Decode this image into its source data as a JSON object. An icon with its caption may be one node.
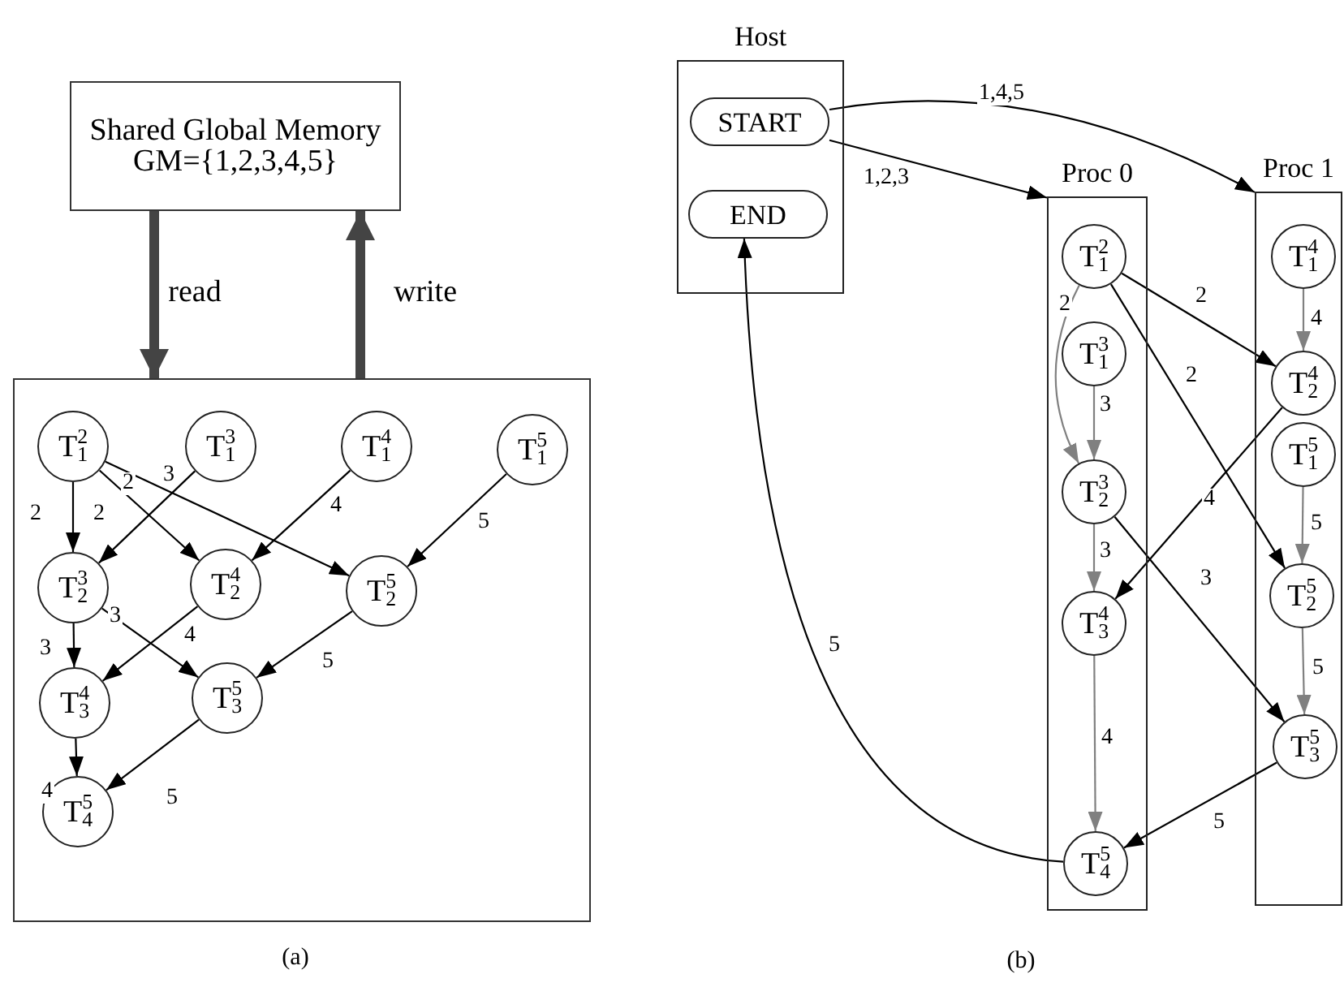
{
  "diagram": {
    "nodes": [
      {
        "text": [
          "Shared Global Memory",
          "GM={1,2,3,4,5}"
        ]
      },
      {
        "text": [],
        "shape": "box"
      },
      {
        "text": [
          "T$^{2}$$_{1}$"
        ],
        "in": 1
      },
      {
        "text": [
          "T$^{3}$$_{1}$"
        ],
        "in": 1
      },
      {
        "text": [
          "T$^{4}$$_{1}$"
        ],
        "in": 1
      },
      {
        "text": [
          "T$^{5}$$_{1}$"
        ],
        "in": 1
      },
      {
        "text": [
          "T$^{3}$$_{2}$"
        ],
        "in": 1
      },
      {
        "text": [
          "T$^{4}$$_{2}$"
        ],
        "in": 1
      },
      {
        "text": [
          "T$^{5}$$_{2}$"
        ],
        "in": 1
      },
      {
        "text": [
          "T$^{4}$$_{3}$"
        ],
        "in": 1
      },
      {
        "text": [
          "T$^{5}$$_{3}$"
        ],
        "in": 1
      },
      {
        "text": [
          "T$^{5}$$_{4}$"
        ],
        "in": 1
      },
      {
        "text": [
          "Host"
        ]
      },
      {
        "text": [
          "START"
        ],
        "in": 12
      },
      {
        "text": [
          "END"
        ],
        "in": 12
      },
      {
        "text": [
          "Proc 0"
        ]
      },
      {
        "text": [
          "Proc 1"
        ]
      },
      {
        "text": [
          "T$^{2}$$_{1}$"
        ],
        "in": 15
      },
      {
        "text": [
          "T$^{3}$$_{1}$"
        ],
        "in": 15
      },
      {
        "text": [
          "T$^{3}$$_{2}$"
        ],
        "in": 15
      },
      {
        "text": [
          "T$^{4}$$_{3}$"
        ],
        "in": 15
      },
      {
        "text": [
          "T$^{5}$$_{4}$"
        ],
        "in": 15
      },
      {
        "text": [
          "T$^{4}$$_{1}$"
        ],
        "in": 16
      },
      {
        "text": [
          "T$^{4}$$_{2}$"
        ],
        "in": 16
      },
      {
        "text": [
          "T$^{5}$$_{1}$"
        ],
        "in": 16
      },
      {
        "text": [
          "T$^{5}$$_{2}$"
        ],
        "in": 16
      },
      {
        "text": [
          "T$^{5}$$_{3}$"
        ],
        "in": 16
      }
    ],
    "edges": [
      {
        "from": 0,
        "to": 1,
        "arrow": "to",
        "label": "read",
        "style": "thick",
        "color": "#444444"
      },
      {
        "from": 1,
        "to": 0,
        "arrow": "to",
        "label": "write",
        "style": "thick",
        "color": "#444444"
      },
      {
        "from": 2,
        "to": 6,
        "arrow": "to",
        "label": "2"
      },
      {
        "from": 2,
        "to": 7,
        "arrow": "to",
        "label": "2"
      },
      {
        "from": 2,
        "to": 8,
        "arrow": "to",
        "label": "2"
      },
      {
        "from": 3,
        "to": 6,
        "arrow": "to",
        "label": "3"
      },
      {
        "from": 4,
        "to": 7,
        "arrow": "to",
        "label": "4"
      },
      {
        "from": 5,
        "to": 8,
        "arrow": "to",
        "label": "5"
      },
      {
        "from": 6,
        "to": 9,
        "arrow": "to",
        "label": "3"
      },
      {
        "from": 6,
        "to": 10,
        "arrow": "to",
        "label": "3"
      },
      {
        "from": 7,
        "to": 9,
        "arrow": "to",
        "label": "4"
      },
      {
        "from": 8,
        "to": 10,
        "arrow": "to",
        "label": "5"
      },
      {
        "from": 9,
        "to": 11,
        "arrow": "to",
        "label": "4"
      },
      {
        "from": 10,
        "to": 11,
        "arrow": "to",
        "label": "5"
      },
      {
        "from": 13,
        "to": 15,
        "arrow": "to",
        "label": "1,2,3"
      },
      {
        "from": 13,
        "to": 16,
        "arrow": "to",
        "label": "1,4,5"
      },
      {
        "from": 17,
        "to": 19,
        "arrow": "to",
        "label": "2",
        "color": "#808080"
      },
      {
        "from": 18,
        "to": 19,
        "arrow": "to",
        "label": "3",
        "color": "#808080"
      },
      {
        "from": 19,
        "to": 20,
        "arrow": "to",
        "label": "3",
        "color": "#808080"
      },
      {
        "from": 20,
        "to": 21,
        "arrow": "to",
        "label": "4",
        "color": "#808080"
      },
      {
        "from": 17,
        "to": 23,
        "arrow": "to",
        "label": "2"
      },
      {
        "from": 17,
        "to": 25,
        "arrow": "to",
        "label": "2"
      },
      {
        "from": 22,
        "to": 23,
        "arrow": "to",
        "label": "4",
        "color": "#808080"
      },
      {
        "from": 23,
        "to": 20,
        "arrow": "to",
        "label": "4"
      },
      {
        "from": 24,
        "to": 25,
        "arrow": "to",
        "label": "5",
        "color": "#808080"
      },
      {
        "from": 25,
        "to": 26,
        "arrow": "to",
        "label": "5",
        "color": "#808080"
      },
      {
        "from": 19,
        "to": 26,
        "arrow": "to",
        "label": "3"
      },
      {
        "from": 26,
        "to": 21,
        "arrow": "to",
        "label": "5"
      },
      {
        "from": 21,
        "to": 14,
        "arrow": "to",
        "label": "5"
      }
    ],
    "labels": [
      "(a)",
      "(b)"
    ]
  }
}
